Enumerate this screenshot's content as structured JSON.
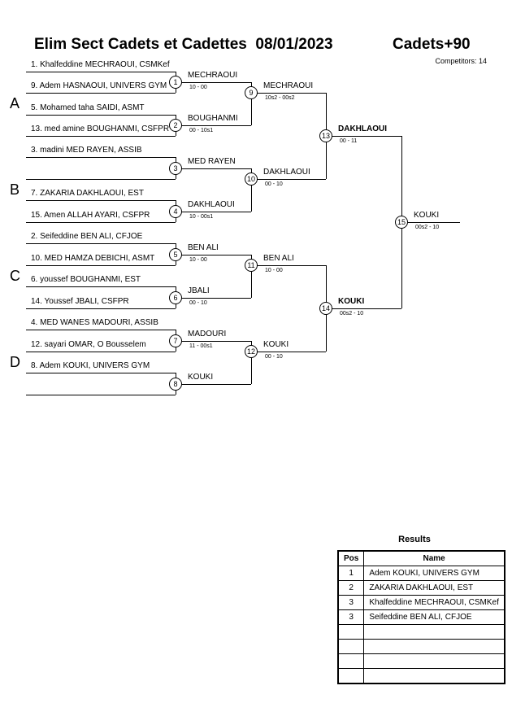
{
  "header": {
    "title": "Elim Sect Cadets et Cadettes  08/01/2023",
    "category": "Cadets+90",
    "competitors": "Competitors: 14"
  },
  "pools": [
    "A",
    "B",
    "C",
    "D"
  ],
  "entries": [
    "1. Khalfeddine MECHRAOUI, CSMKef",
    "9. Adem HASNAOUI, UNIVERS GYM",
    "5. Mohamed taha SAIDI, ASMT",
    "13. med amine BOUGHANMI, CSFPR",
    "3. madini MED RAYEN, ASSIB",
    "",
    "7. ZAKARIA DAKHLAOUI, EST",
    "15. Amen ALLAH AYARI, CSFPR",
    "2. Seifeddine BEN ALI, CFJOE",
    "10. MED HAMZA DEBICHI, ASMT",
    "6. youssef BOUGHANMI, EST",
    "14. Youssef JBALI, CSFPR",
    "4. MED WANES MADOURI, ASSIB",
    "12. sayari OMAR, O Bousselem",
    "8. Adem KOUKI, UNIVERS GYM",
    ""
  ],
  "matches": [
    {
      "num": "1",
      "winner": "MECHRAOUI",
      "score": "10 - 00"
    },
    {
      "num": "2",
      "winner": "BOUGHANMI",
      "score": "00 - 10s1"
    },
    {
      "num": "3",
      "winner": "MED RAYEN",
      "score": ""
    },
    {
      "num": "4",
      "winner": "DAKHLAOUI",
      "score": "10 - 00s1"
    },
    {
      "num": "5",
      "winner": "BEN ALI",
      "score": "10 - 00"
    },
    {
      "num": "6",
      "winner": "JBALI",
      "score": "00 - 10"
    },
    {
      "num": "7",
      "winner": "MADOURI",
      "score": "11 - 00s1"
    },
    {
      "num": "8",
      "winner": "KOUKI",
      "score": ""
    },
    {
      "num": "9",
      "winner": "MECHRAOUI",
      "score": "10s2 - 00s2"
    },
    {
      "num": "10",
      "winner": "DAKHLAOUI",
      "score": "00 - 10"
    },
    {
      "num": "11",
      "winner": "BEN ALI",
      "score": "10 - 00"
    },
    {
      "num": "12",
      "winner": "KOUKI",
      "score": "00 - 10"
    },
    {
      "num": "13",
      "winner": "DAKHLAOUI",
      "score": "00 - 11"
    },
    {
      "num": "14",
      "winner": "KOUKI",
      "score": "00s2 - 10"
    },
    {
      "num": "15",
      "winner": "KOUKI",
      "score": "00s2 - 10"
    }
  ],
  "results": {
    "title": "Results",
    "headers": {
      "pos": "Pos",
      "name": "Name"
    },
    "rows": [
      {
        "pos": "1",
        "name": "Adem KOUKI, UNIVERS GYM"
      },
      {
        "pos": "2",
        "name": "ZAKARIA DAKHLAOUI, EST"
      },
      {
        "pos": "3",
        "name": "Khalfeddine MECHRAOUI, CSMKef"
      },
      {
        "pos": "3",
        "name": "Seifeddine BEN ALI, CFJOE"
      },
      {
        "pos": "",
        "name": ""
      },
      {
        "pos": "",
        "name": ""
      },
      {
        "pos": "",
        "name": ""
      },
      {
        "pos": "",
        "name": ""
      }
    ]
  }
}
